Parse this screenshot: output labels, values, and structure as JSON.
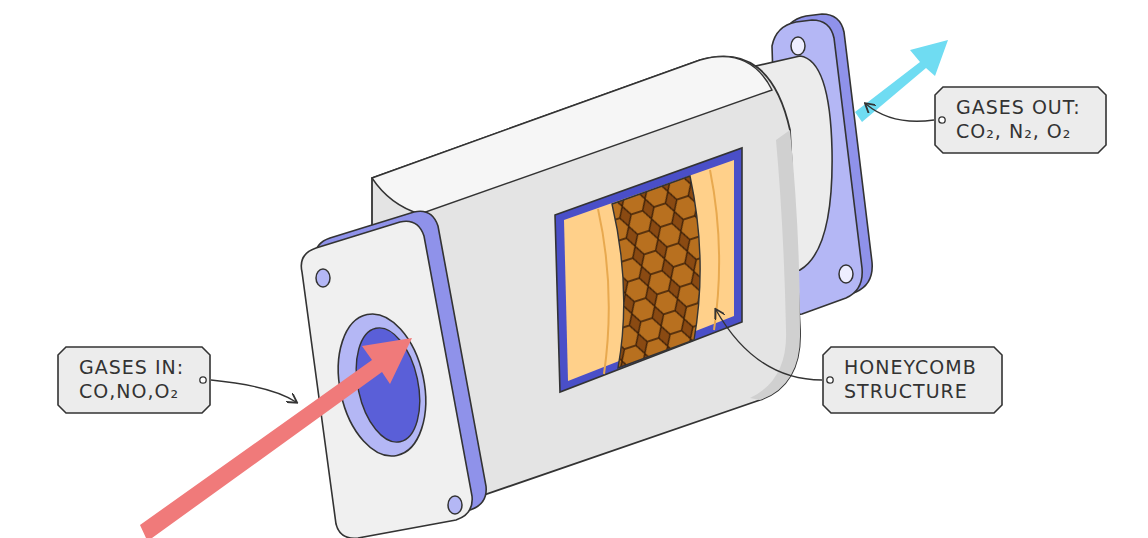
{
  "diagram": {
    "nodes": [
      {
        "text": [
          "GASES OUT:",
          "CO₂, N₂, O₂"
        ]
      },
      {
        "text": [
          "GASES IN:",
          "CO,NO,O₂"
        ]
      },
      {
        "text": [
          "HONEYCOMB STRUCTURE"
        ]
      }
    ]
  }
}
